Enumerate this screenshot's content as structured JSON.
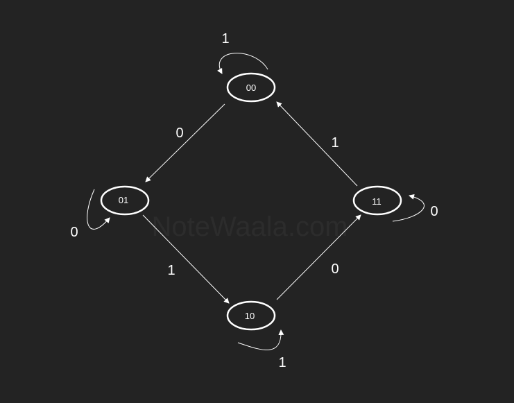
{
  "colors": {
    "background": "#232323",
    "line": "#ffffff",
    "watermark": "#2c2c2c"
  },
  "watermark": "NoteWaala.com",
  "states": {
    "s00": "00",
    "s01": "01",
    "s10": "10",
    "s11": "11"
  },
  "transitions": {
    "s00_to_s01": "0",
    "s00_self": "1",
    "s01_to_s10": "1",
    "s01_self": "0",
    "s10_to_s11": "0",
    "s10_self": "1",
    "s11_to_s00": "1",
    "s11_self": "0"
  }
}
